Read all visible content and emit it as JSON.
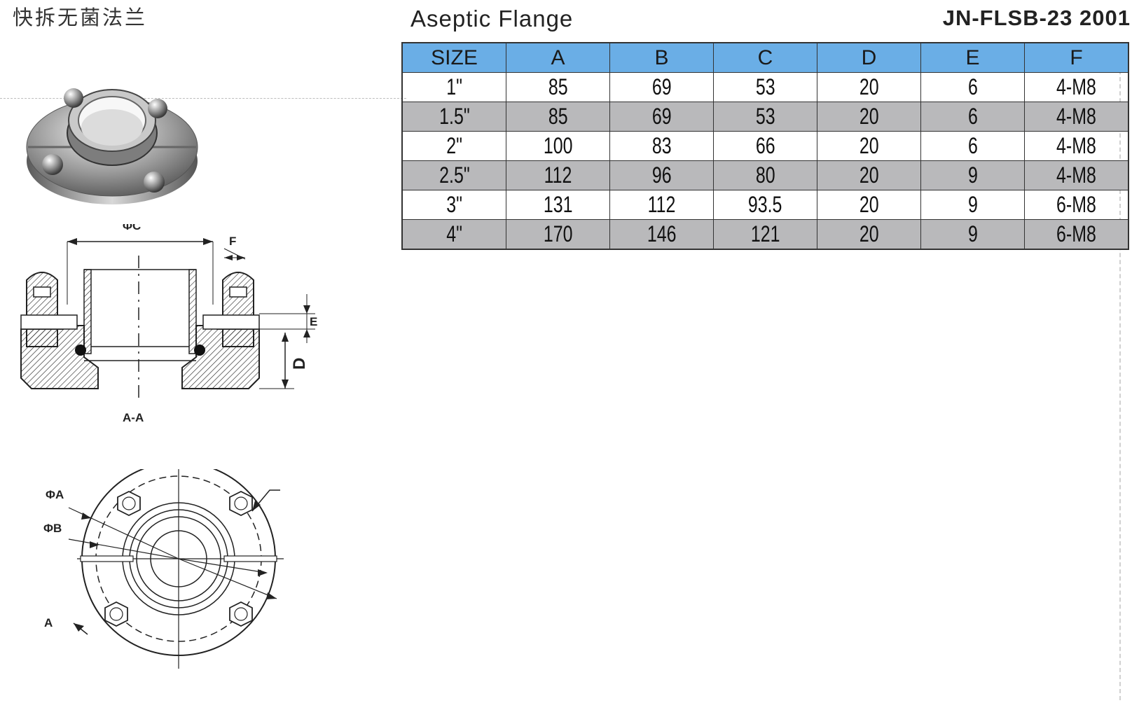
{
  "header": {
    "cn_title": "快拆无菌法兰",
    "en_title": "Aseptic Flange",
    "code": "JN-FLSB-23 2001"
  },
  "table": {
    "headers": [
      "SIZE",
      "A",
      "B",
      "C",
      "D",
      "E",
      "F"
    ],
    "rows": [
      [
        "1\"",
        "85",
        "69",
        "53",
        "20",
        "6",
        "4-M8"
      ],
      [
        "1.5\"",
        "85",
        "69",
        "53",
        "20",
        "6",
        "4-M8"
      ],
      [
        "2\"",
        "100",
        "83",
        "66",
        "20",
        "6",
        "4-M8"
      ],
      [
        "2.5\"",
        "112",
        "96",
        "80",
        "20",
        "9",
        "4-M8"
      ],
      [
        "3\"",
        "131",
        "112",
        "93.5",
        "20",
        "9",
        "6-M8"
      ],
      [
        "4\"",
        "170",
        "146",
        "121",
        "20",
        "9",
        "6-M8"
      ]
    ],
    "header_color": "#6aaee6",
    "alt_row_color": "#b9b9bb"
  },
  "section_drawing": {
    "label_c": "ΦC",
    "label_f": "F",
    "label_e": "E",
    "label_d": "D",
    "caption": "A-A"
  },
  "front_drawing": {
    "label_a_top": "A",
    "label_a_bottom": "A",
    "label_phi_a": "ΦA",
    "label_phi_b": "ΦB"
  }
}
